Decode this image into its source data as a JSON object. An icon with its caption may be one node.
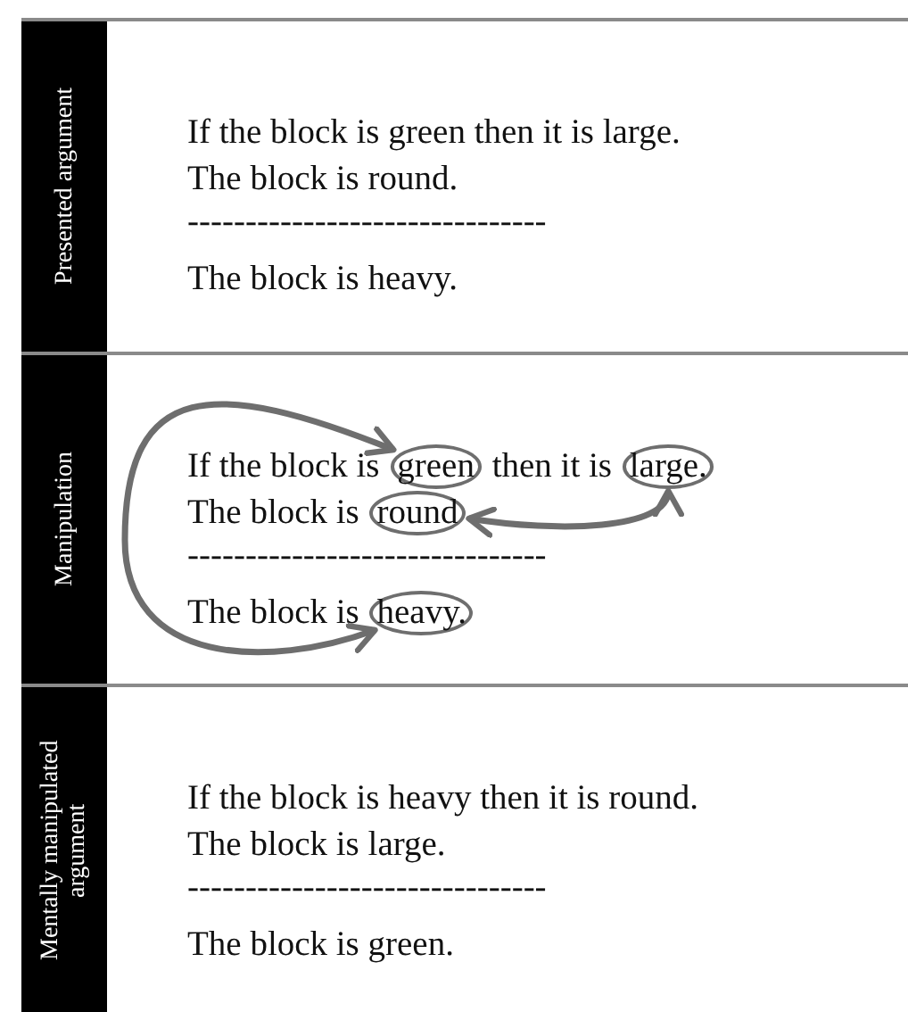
{
  "diagram": {
    "nodes": [
      {
        "text": [
          "Presented argument"
        ]
      },
      {
        "text": [
          "Manipulation"
        ]
      },
      {
        "text": [
          "green"
        ]
      },
      {
        "text": [
          "large."
        ]
      },
      {
        "text": [
          "round"
        ]
      },
      {
        "text": [
          "heavy."
        ]
      },
      {
        "text": [
          "Mentally manipulated argument"
        ]
      }
    ],
    "edges": [
      {
        "from": 5,
        "to": 2,
        "arrow": "both"
      },
      {
        "from": 4,
        "to": 3,
        "arrow": "both"
      }
    ],
    "labels": [
      "If the block is green then it is large.",
      "The block is round.",
      "-------------------------------",
      "The block is heavy.",
      "If the block is",
      "then it is",
      "The block is",
      "-------------------------------",
      "The block is",
      "If the block is heavy then it is round.",
      "The block is large.",
      "-------------------------------",
      "The block is green."
    ]
  }
}
